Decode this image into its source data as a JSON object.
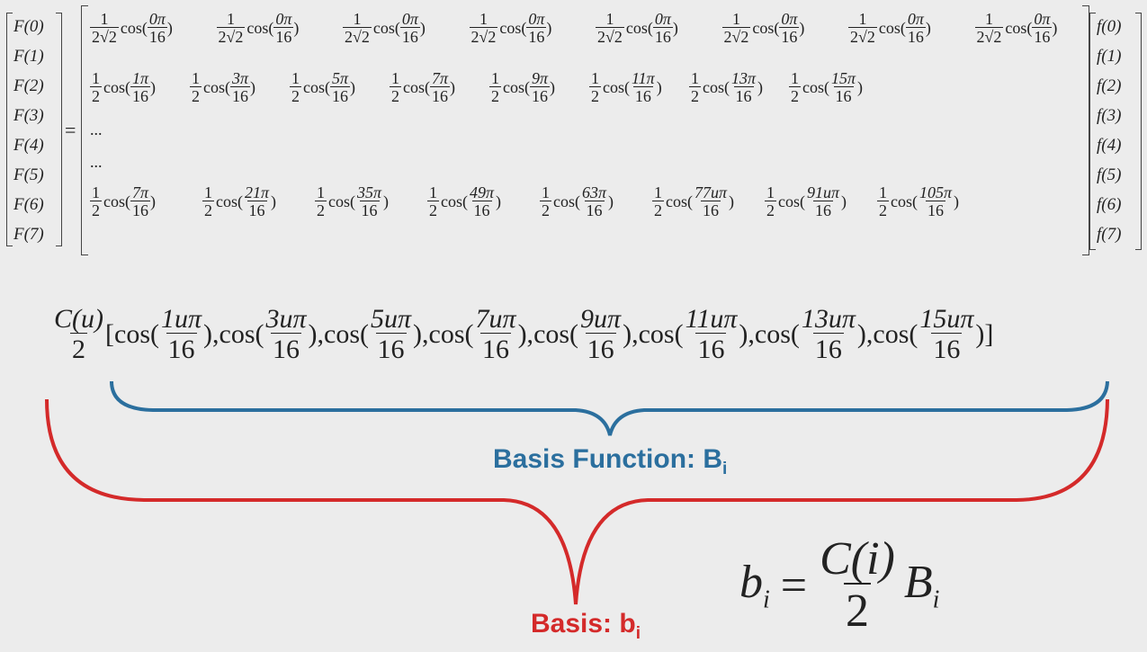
{
  "matrix": {
    "left_labels": [
      "F(0)",
      "F(1)",
      "F(2)",
      "F(3)",
      "F(4)",
      "F(5)",
      "F(6)",
      "F(7)"
    ],
    "right_labels": [
      "f(0)",
      "f(1)",
      "f(2)",
      "f(3)",
      "f(4)",
      "f(5)",
      "f(6)",
      "f(7)"
    ],
    "equals": "=",
    "row0": [
      {
        "coef_num": "1",
        "coef_den": "2√2",
        "arg_num": "0π",
        "arg_den": "16"
      },
      {
        "coef_num": "1",
        "coef_den": "2√2",
        "arg_num": "0π",
        "arg_den": "16"
      },
      {
        "coef_num": "1",
        "coef_den": "2√2",
        "arg_num": "0π",
        "arg_den": "16"
      },
      {
        "coef_num": "1",
        "coef_den": "2√2",
        "arg_num": "0π",
        "arg_den": "16"
      },
      {
        "coef_num": "1",
        "coef_den": "2√2",
        "arg_num": "0π",
        "arg_den": "16"
      },
      {
        "coef_num": "1",
        "coef_den": "2√2",
        "arg_num": "0π",
        "arg_den": "16"
      },
      {
        "coef_num": "1",
        "coef_den": "2√2",
        "arg_num": "0π",
        "arg_den": "16"
      },
      {
        "coef_num": "1",
        "coef_den": "2√2",
        "arg_num": "0π",
        "arg_den": "16"
      }
    ],
    "row1": [
      {
        "coef_num": "1",
        "coef_den": "2",
        "arg_num": "1π",
        "arg_den": "16"
      },
      {
        "coef_num": "1",
        "coef_den": "2",
        "arg_num": "3π",
        "arg_den": "16"
      },
      {
        "coef_num": "1",
        "coef_den": "2",
        "arg_num": "5π",
        "arg_den": "16"
      },
      {
        "coef_num": "1",
        "coef_den": "2",
        "arg_num": "7π",
        "arg_den": "16"
      },
      {
        "coef_num": "1",
        "coef_den": "2",
        "arg_num": "9π",
        "arg_den": "16"
      },
      {
        "coef_num": "1",
        "coef_den": "2",
        "arg_num": "11π",
        "arg_den": "16"
      },
      {
        "coef_num": "1",
        "coef_den": "2",
        "arg_num": "13π",
        "arg_den": "16"
      },
      {
        "coef_num": "1",
        "coef_den": "2",
        "arg_num": "15π",
        "arg_den": "16"
      }
    ],
    "ellipsis": [
      "...",
      "..."
    ],
    "row7": [
      {
        "coef_num": "1",
        "coef_den": "2",
        "arg_num": "7π",
        "arg_den": "16"
      },
      {
        "coef_num": "1",
        "coef_den": "2",
        "arg_num": "21π",
        "arg_den": "16"
      },
      {
        "coef_num": "1",
        "coef_den": "2",
        "arg_num": "35π",
        "arg_den": "16"
      },
      {
        "coef_num": "1",
        "coef_den": "2",
        "arg_num": "49π",
        "arg_den": "16"
      },
      {
        "coef_num": "1",
        "coef_den": "2",
        "arg_num": "63π",
        "arg_den": "16"
      },
      {
        "coef_num": "1",
        "coef_den": "2",
        "arg_num": "77uπ",
        "arg_den": "16"
      },
      {
        "coef_num": "1",
        "coef_den": "2",
        "arg_num": "91uπ",
        "arg_den": "16"
      },
      {
        "coef_num": "1",
        "coef_den": "2",
        "arg_num": "105π",
        "arg_den": "16"
      }
    ],
    "cos_label": "cos(",
    "close_paren": ")"
  },
  "formula": {
    "prefix_num": "C(u)",
    "prefix_den": "2",
    "open_bracket": "[",
    "close_bracket": ")]",
    "terms": [
      {
        "num": "1uπ",
        "den": "16"
      },
      {
        "num": "3uπ",
        "den": "16"
      },
      {
        "num": "5uπ",
        "den": "16"
      },
      {
        "num": "7uπ",
        "den": "16"
      },
      {
        "num": "9uπ",
        "den": "16"
      },
      {
        "num": "11uπ",
        "den": "16"
      },
      {
        "num": "13uπ",
        "den": "16"
      },
      {
        "num": "15uπ",
        "den": "16"
      }
    ],
    "cos_label": "cos(",
    "separator": "),"
  },
  "basis_function_label": {
    "text": "Basis Function: B",
    "sub": "i",
    "color": "#2b6f9e"
  },
  "basis_label": {
    "text": "Basis: b",
    "sub": "i",
    "color": "#d42a2a"
  },
  "relation": {
    "lhs": "b",
    "lhs_sub": "i",
    "eq": "=",
    "num": "C(i)",
    "den": "2",
    "rhs": "B",
    "rhs_sub": "i"
  },
  "colors": {
    "background": "#ececec",
    "blue": "#2b6f9e",
    "red": "#d42a2a"
  }
}
